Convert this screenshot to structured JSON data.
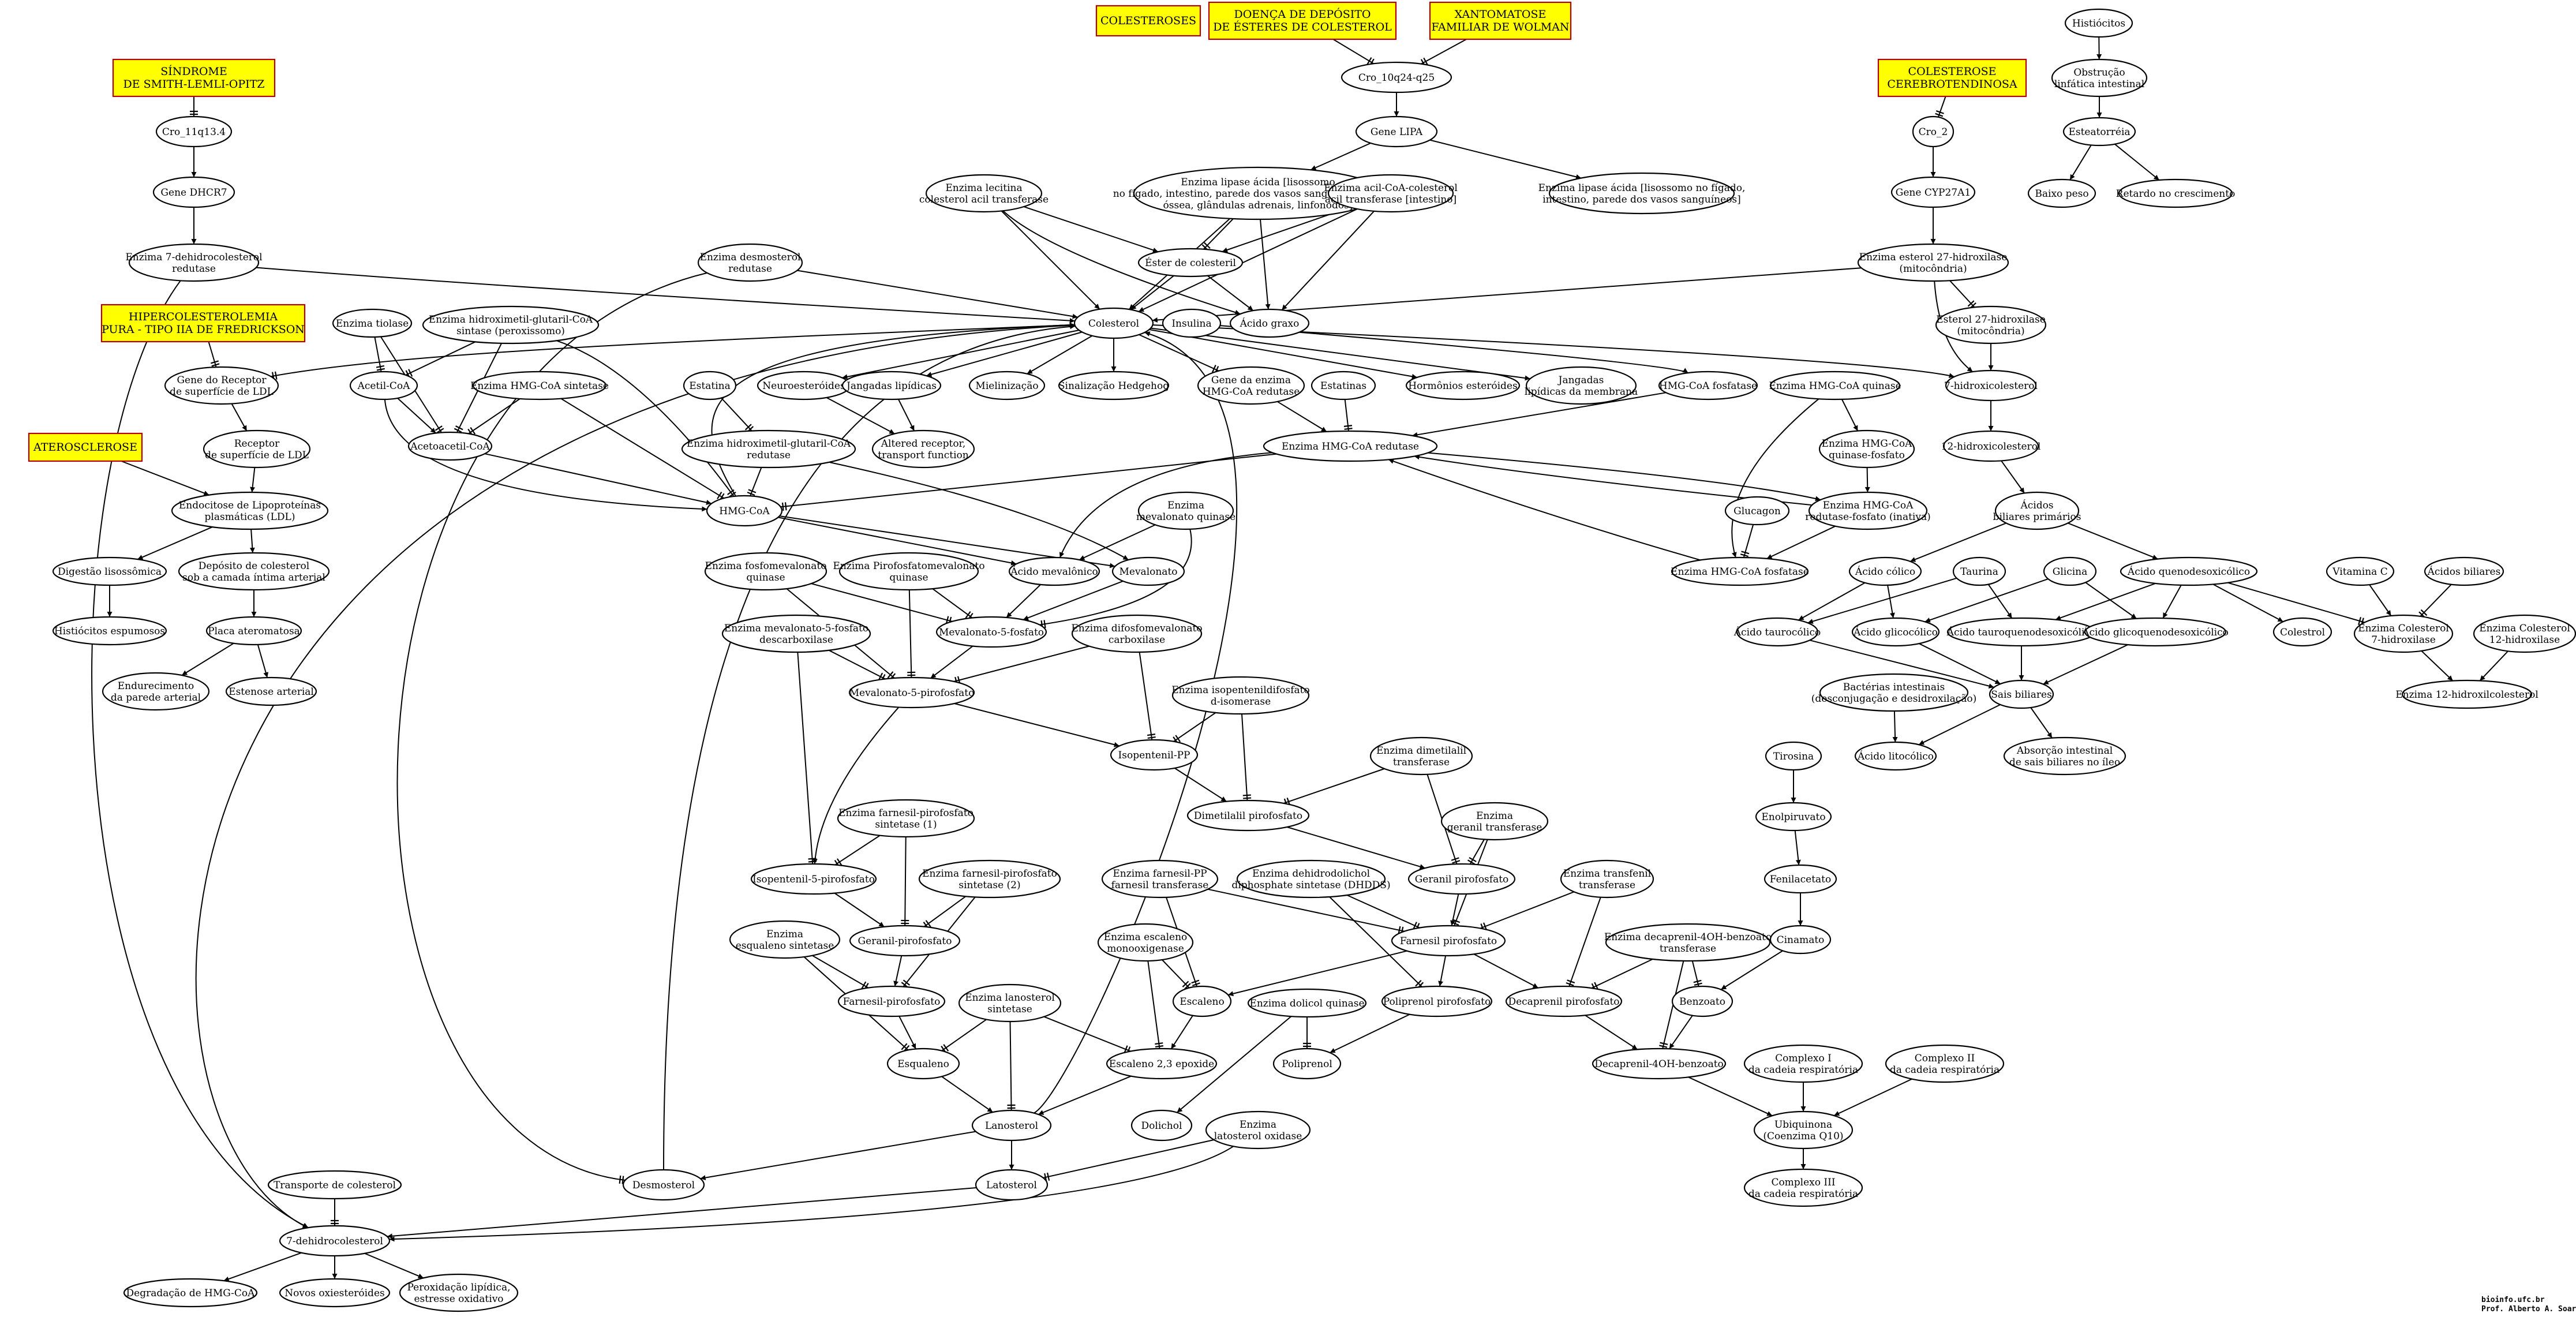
{
  "colors": {
    "background": "#ffffff",
    "disease_fill": "#ffff00",
    "disease_border": "#b00000",
    "line": "#000000"
  },
  "diseases": {
    "colesteroses": "COLESTEROSES",
    "doenca_deposito": [
      "DOENÇA DE DEPÓSITO",
      "DE ÉSTERES DE COLESTEROL"
    ],
    "wolman": [
      "XANTOMATOSE",
      "FAMILIAR DE WOLMAN"
    ],
    "smith_lemli": [
      "SÍNDROME",
      "DE SMITH-LEMLI-OPITZ"
    ],
    "cerebrotendinosa": [
      "COLESTEROSE",
      "CEREBROTENDINOSA"
    ],
    "hipercolesterolemia": [
      "HIPERCOLESTEROLEMIA",
      "PURA - TIPO IIA DE FREDRICKSON"
    ],
    "aterosclerose": "ATEROSCLEROSE"
  },
  "nodes": {
    "cro_10q": "Cro_10q24-q25",
    "gene_lipa": "Gene LIPA",
    "lipase_acida": [
      "Enzima lipase ácida [lisossomo",
      "no fígado, intestino, parede dos vasos sanguíneos, medula",
      "óssea, glândulas adrenais, linfonodos]"
    ],
    "lipase_acida2": [
      "Enzima lipase ácida [lisossomo no fígado,",
      "intestino, parede dos vasos sanguíneos]"
    ],
    "lecitina": [
      "Enzima lecitina",
      "colesterol acil transferase"
    ],
    "acil_coa": [
      "Enzima acil-CoA-colesterol",
      "acil transferase [intestino]"
    ],
    "ester": "Éster de colesteril",
    "acido_graxo": "Ácido graxo",
    "desmosterol_red": [
      "Enzima desmosterol",
      "redutase"
    ],
    "colesterol": "Colesterol",
    "insulina": "Insulina",
    "cro_11q": "Cro_11q13.4",
    "gene_dhcr7": "Gene DHCR7",
    "dhc_red": [
      "Enzima 7-dehidrocolesterol",
      "redutase"
    ],
    "tiolase": "Enzima tiolase",
    "hmg_sint_perox": [
      "Enzima hidroximetil-glutaril-CoA",
      "sintase (peroxissomo)"
    ],
    "gene_ldl": [
      "Gene do Receptor",
      "de superfície de LDL"
    ],
    "acetil_coa": "Acetil-CoA",
    "hmg_sint": "Enzima HMG-CoA sintetase",
    "acetoacetil": "Acetoacetil-CoA",
    "receptor_ldl": [
      "Receptor",
      "de superfície de LDL"
    ],
    "endocitose": [
      "Endocitose de Lipoproteínas",
      "plasmáticas (LDL)"
    ],
    "digestao": "Digestão lisossômica",
    "deposito": [
      "Depósito de colesterol",
      "sob a camada íntima arterial"
    ],
    "histiocitos_esp": "Histiócitos espumosos",
    "placa": "Placa ateromatosa",
    "endurecimento": [
      "Endurecimento",
      "da parede arterial"
    ],
    "estenose": "Estenose arterial",
    "neuroesteroides": "Neuroesteróides",
    "jangadas_lip": "Jangadas lipídicas",
    "mielinizacao": "Mielinização",
    "hedgehog": "Sinalização Hedgehog",
    "gene_hmg_red": [
      "Gene da enzima",
      "HMG-CoA redutase"
    ],
    "estatinas1": "Estatinas",
    "estatina": "Estatina",
    "hormonios": "Hormônios esteróides",
    "jangadas_memb": [
      "Jangadas",
      "lipídicas da membrana"
    ],
    "hmg_fosfatase": "HMG-CoA fosfatase",
    "hmg_red_perox": [
      "Enzima hidroximetil-glutaril-CoA",
      "redutase"
    ],
    "altered": [
      "Altered receptor,",
      "transport function"
    ],
    "hmg_red": "Enzima HMG-CoA redutase",
    "hmg_coa": "HMG-CoA",
    "mev_quinase": [
      "Enzima",
      "mevalonato quinase"
    ],
    "acido_mev": "Ácido mevalônico",
    "mevalonato": "Mevalonato",
    "fosfomev_quinase": [
      "Enzima fosfomevalonato",
      "quinase"
    ],
    "pirofosfomev_quinase": [
      "Enzima Pirofosfatomevalonato",
      "quinase"
    ],
    "mev5f": "Mevalonato-5-fosfato",
    "mev5f_decarb": [
      "Enzima mevalonato-5-fosfato",
      "descarboxilase"
    ],
    "difosfomev_decarb": [
      "Enzima difosfomevalonato",
      "carboxilase"
    ],
    "mev5pp": "Mevalonato-5-pirofosfato",
    "isopentenil_isom": [
      "Enzima isopentenildifosfato",
      "d-isomerase"
    ],
    "isopentenil_pp": "Isopentenil-PP",
    "dimetilalil_transf": [
      "Enzima dimetilalil",
      "transferase"
    ],
    "dimetilalil_pp": "Dimetilalil pirofosfato",
    "farnesil_pp_sint1": [
      "Enzima farnesil-pirofosfato",
      "sintetase (1)"
    ],
    "geranil_transf": [
      "Enzima",
      "geranil transferase"
    ],
    "isopentenil5": "Isopentenil-5-pirofosfato",
    "farnesil_pp_sint2": [
      "Enzima farnesil-pirofosfato",
      "sintetase (2)"
    ],
    "geranil_pp": "Geranil pirofosfato",
    "farnesil_farnesil": [
      "Enzima farnesil-PP",
      "farnesil transferase"
    ],
    "dhdds": [
      "Enzima dehidrodolichol",
      "diphosphate sintetase (DHDDS)"
    ],
    "transfenil": [
      "Enzima transfenil",
      "transferase"
    ],
    "esqualeno_sint": [
      "Enzima",
      "esqualeno sintetase"
    ],
    "geranil_pf": "Geranil-pirofosfato",
    "farnesil_pp": "Farnesil pirofosfato",
    "esqualeno_mono": [
      "Enzima escaleno",
      "monooxigenase"
    ],
    "decaprenil_transf": [
      "Enzima decaprenil-4OH-benzoato",
      "transferase"
    ],
    "farnesil_pf": "Farnesil-pirofosfato",
    "lanosterol_sint": [
      "Enzima lanosterol",
      "sintetase"
    ],
    "escaleno": "Escaleno",
    "dolicol_quinase": "Enzima dolicol quinase",
    "poliprenol_pp": "Poliprenol pirofosfato",
    "decaprenil_pp": "Decaprenil pirofosfato",
    "benzoato": "Benzoato",
    "esqualeno": "Esqualeno",
    "escaleno_epox": "Escaleno 2,3 epoxide",
    "poliprenol": "Poliprenol",
    "decaprenil_4oh": "Decaprenil-4OH-benzoato",
    "complexo1": [
      "Complexo I",
      "da cadeia respiratória"
    ],
    "complexo2": [
      "Complexo II",
      "da cadeia respiratória"
    ],
    "lanosterol": "Lanosterol",
    "dolichol": "Dolichol",
    "latosterol_ox": [
      "Enzima",
      "latosterol oxidase"
    ],
    "ubiquinona": [
      "Ubiquinona",
      "(Coenzima Q10)"
    ],
    "desmosterol": "Desmosterol",
    "latosterol": "Latosterol",
    "complexo3": [
      "Complexo III",
      "da cadeia respiratória"
    ],
    "transporte": "Transporte de colesterol",
    "dhc7": "7-dehidrocolesterol",
    "degradacao": "Degradação de HMG-CoA",
    "novos": "Novos oxiesteróides",
    "peroxidacao": [
      "Peroxidação lipídica,",
      "estresse oxidativo"
    ],
    "hmg_quinase": "Enzima HMG-CoA quinase",
    "hmg_quin_fosf": [
      "Enzima HMG-CoA",
      "quinase-fosfato"
    ],
    "hmg_red_fosf": [
      "Enzima HMG-CoA",
      "redutase-fosfato (inativa)"
    ],
    "glucagon": "Glucagon",
    "hmg_red_fosfatase": "Enzima HMG-CoA fosfatase",
    "histiocitos": "Histiócitos",
    "obstrucao": [
      "Obstrução",
      "linfática intestinal"
    ],
    "esteatorreia": "Esteatorréia",
    "baixo_peso": "Baixo peso",
    "retardo": "Retardo no crescimento",
    "cro_2": "Cro_2",
    "gene_cyp": "Gene CYP27A1",
    "esterol_27": [
      "Enzima esterol 27-hidroxilase",
      "(mitocôndria)"
    ],
    "esterol_27b": [
      "Esterol 27-hidroxilase",
      "(mitocôndria)"
    ],
    "hidroxi7": "7-hidroxicolesterol",
    "hidroxi12": "12-hidroxicolesterol",
    "acidos_biliares_prim": [
      "Ácidos",
      "biliares primários"
    ],
    "acido_colico": "Ácido cólico",
    "taurina": "Taurina",
    "glicina": "Glicina",
    "acido_queno": "Ácido quenodesoxicólico",
    "vitamina_c": "Vitamina C",
    "acidos_biliares": "Ácidos biliares",
    "acido_tauro": "Ácido taurocólico",
    "acido_glico": "Ácido glicocólico",
    "acido_tauroqueno": "Ácido tauroquenodesoxicólico",
    "acido_glicoqueno": "Ácido glicoquenodesoxicólico",
    "colestrol": "Colestrol",
    "col_7hidrox": [
      "Enzima Colesterol",
      "7-hidroxilase"
    ],
    "col_12hidrox": [
      "Enzima Colesterol",
      "12-hidroxilase"
    ],
    "bacterias": [
      "Bactérias intestinais",
      "(desconjugação e desidroxilação)"
    ],
    "sais_biliares": "Sais biliares",
    "hidroxilcol12": "Enzima 12-hidroxilcolesterol",
    "acido_lito": "Ácido litocólico",
    "absorcao": [
      "Absorção intestinal",
      "de sais biliares no íleo"
    ],
    "tirosina": "Tirosina",
    "enolpiruvato": "Enolpiruvato",
    "fenilacetato": "Fenilacetato",
    "cinamato": "Cinamato"
  },
  "credit": [
    "bioinfo.ufc.br",
    "Prof. Alberto A. Soares"
  ]
}
